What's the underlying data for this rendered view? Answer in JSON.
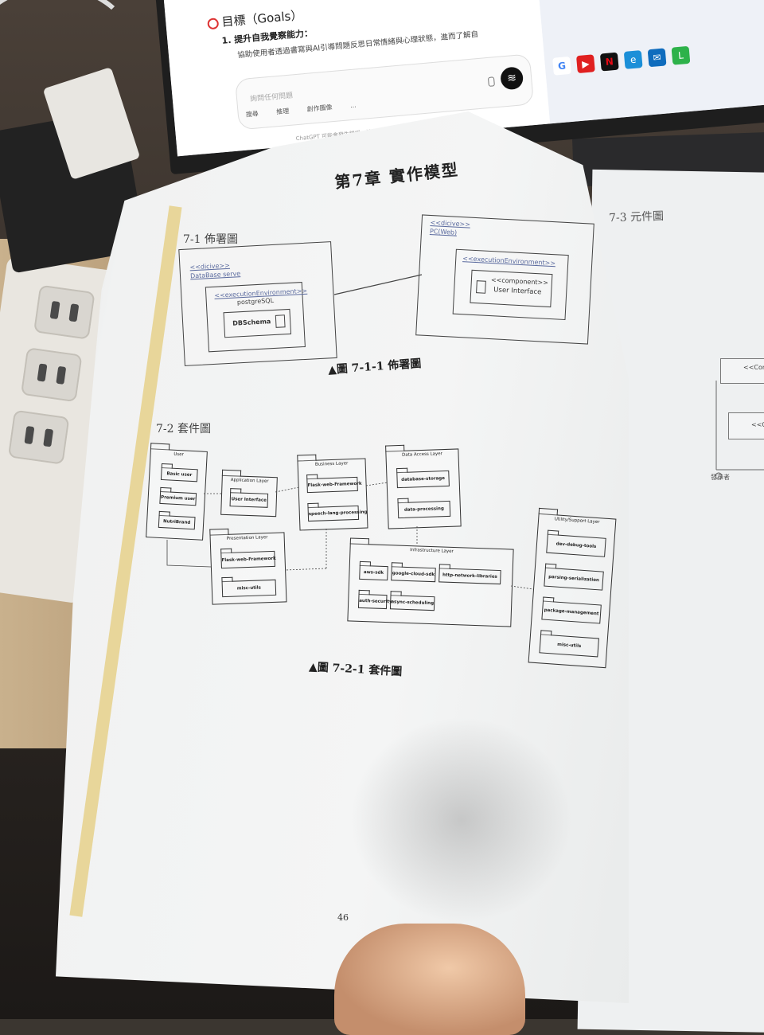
{
  "screen": {
    "goals_title": "目標（Goals）",
    "goal1": "1. 提升自我覺察能力：",
    "goal1_desc": "協助使用者透過書寫與AI引導問題反思日常情緒與心理狀態，進而了解自",
    "input_placeholder": "詢問任何問題",
    "tools": [
      "搜尋",
      "推理",
      "創作圖像",
      "..."
    ],
    "footer_note": "ChatGPT 可能會發生錯誤。請查核重要資訊。",
    "taskbar_icons": [
      "google",
      "youtube",
      "netflix",
      "edge",
      "mail",
      "line"
    ]
  },
  "book": {
    "chapter_title": "第7章  實作模型",
    "section_7_1": "7-1 佈署圖",
    "deployment": {
      "db_node_stereotype": "<<dicive>>",
      "db_node_name": "DataBase serve",
      "db_env_stereotype": "<<executionEnvironment>>",
      "db_env_name": "postgreSQL",
      "db_component": "DBSchema",
      "pc_node_stereotype": "<<dicive>>",
      "pc_node_name": "PC(Web)",
      "pc_env_stereotype": "<<executionEnvironment>>",
      "pc_component_stereotype": "<<component>>",
      "pc_component_name": "User Interface"
    },
    "caption_7_1_1": "▲圖  7-1-1 佈署圖",
    "section_7_2": "7-2 套件圖",
    "packages": {
      "user": {
        "title": "User",
        "items": [
          "Basic user",
          "Premium user",
          "NutriBrand"
        ]
      },
      "application": {
        "title": "Application Layer",
        "items": [
          "User Interface"
        ]
      },
      "business": {
        "title": "Business Layer",
        "items": [
          "Flask-web-Framework",
          "speech-lang-processing"
        ]
      },
      "data_access": {
        "title": "Data Access Layer",
        "items": [
          "database-storage",
          "data-processing"
        ]
      },
      "presentation": {
        "title": "Presentation Layer",
        "items": [
          "Flask-web-Framework",
          "misc-utils"
        ]
      },
      "infrastructure": {
        "title": "Infrastructure Layer",
        "items": [
          "aws-sdk",
          "google-cloud-sdk",
          "http-network-libraries",
          "auth-security",
          "async-scheduling"
        ]
      },
      "utility": {
        "title": "Utility/Support Layer",
        "items": [
          "dev-debug-tools",
          "parsing-serialization",
          "package-management",
          "misc-utils"
        ]
      }
    },
    "caption_7_2_1": "▲圖  7-2-1 套件圖",
    "page_number": "46",
    "right_page": {
      "section_7_3": "7-3 元件圖",
      "box1": "<<Comp",
      "box2": "<<Co",
      "actor": "發布者"
    }
  }
}
